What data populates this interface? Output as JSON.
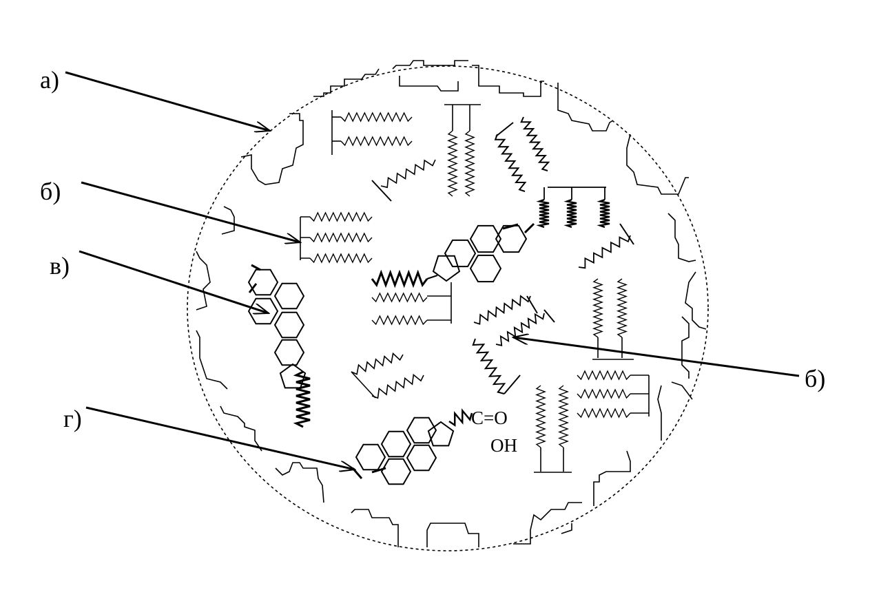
{
  "labels": {
    "a": "а)",
    "b_left": "б)",
    "v": "в)",
    "b_right": "б)",
    "g": "г)"
  },
  "chem": {
    "carbonyl": "C=O",
    "hydroxyl": "OH"
  },
  "colors": {
    "ink": "#000000",
    "background": "#ffffff"
  }
}
